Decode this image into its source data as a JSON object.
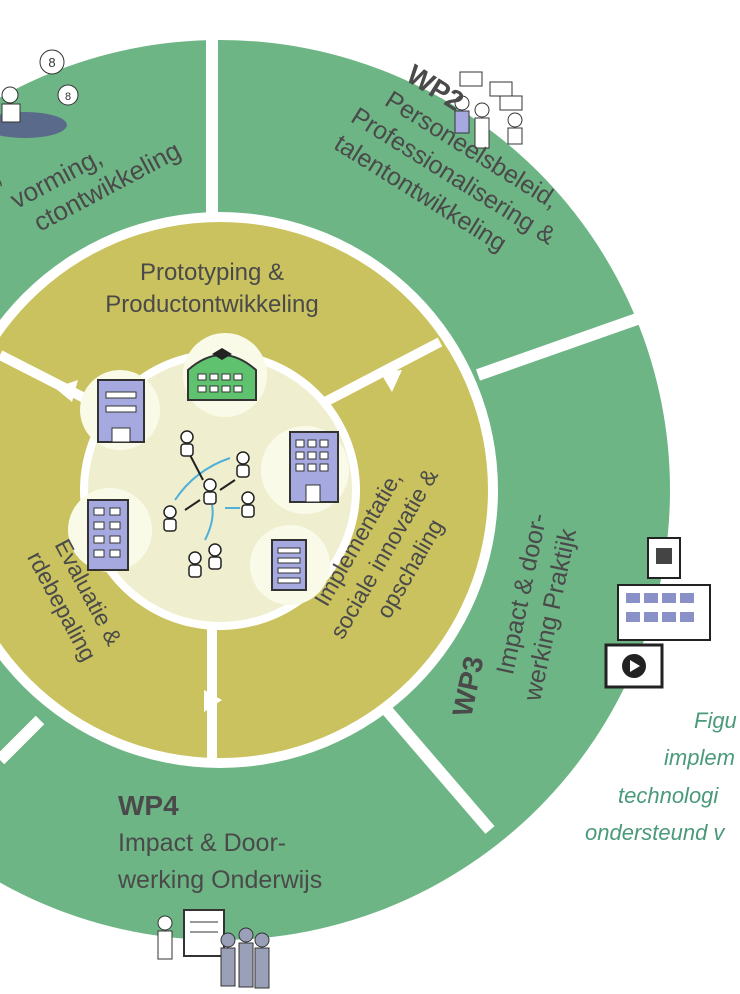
{
  "outer_ring": {
    "wp1": {
      "line1": "g,",
      "line2": "vorming,",
      "line3": "ctontwikkeling"
    },
    "wp2": {
      "code": "WP2",
      "line1": "Personeelsbeleid,",
      "line2": "Professionalisering &",
      "line3": "talentontwikkeling"
    },
    "wp3": {
      "code": "WP3",
      "line1": "Impact & door-",
      "line2": "werking  Praktijk"
    },
    "wp4": {
      "code": "WP4",
      "line1": "Impact & Door-",
      "line2": "werking Onderwijs"
    }
  },
  "inner_ring": {
    "top": {
      "line1": "Prototyping &",
      "line2": "Productontwikkeling"
    },
    "right": {
      "line1": "Implementatie,",
      "line2": "sociale innovatie &",
      "line3": "opschaling"
    },
    "left": {
      "line1": "Evaluatie &",
      "line2": "rdebepaling"
    }
  },
  "caption": {
    "line1": "Figu",
    "line2": "implem",
    "line3": "technologi",
    "line4": "ondersteund v"
  },
  "colors": {
    "outer_green": "#6db585",
    "inner_olive": "#c9c25e",
    "center_cream": "#efefcf",
    "building_lavender": "#a6a9e0",
    "school_green": "#5fc26e",
    "text_dark": "#4a4a4a",
    "caption_green": "#4a9a7a"
  },
  "icons": [
    "people-meeting-icon",
    "building-icon",
    "school-icon",
    "person-icon",
    "video-play-icon",
    "dashboard-icon",
    "presentation-icon"
  ]
}
